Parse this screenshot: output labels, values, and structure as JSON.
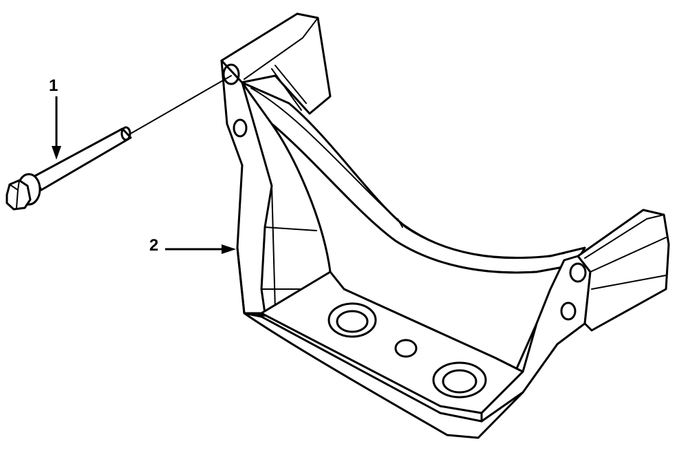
{
  "callouts": [
    {
      "id": "1",
      "label": "1",
      "part": "bolt"
    },
    {
      "id": "2",
      "label": "2",
      "part": "bracket"
    }
  ],
  "colors": {
    "ink": "#000000",
    "background": "#ffffff"
  }
}
